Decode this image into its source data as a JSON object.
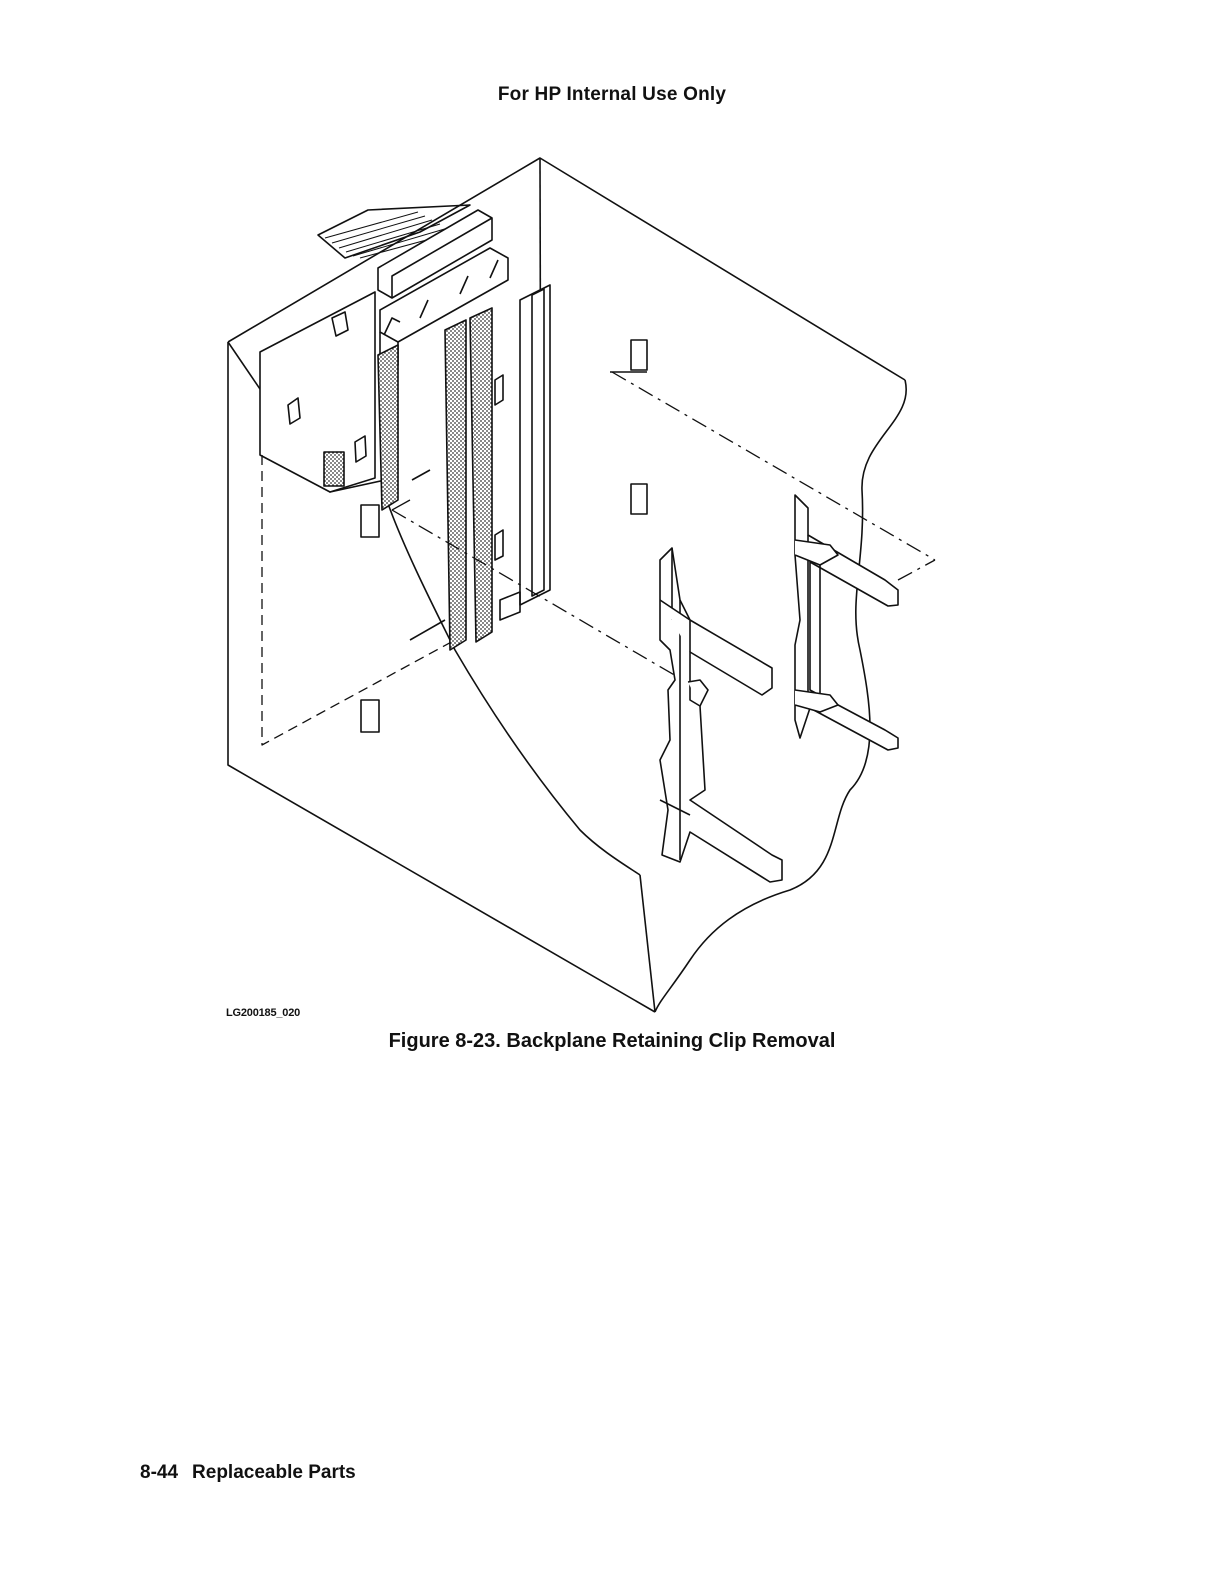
{
  "header": {
    "text": "For HP Internal Use Only"
  },
  "figure": {
    "id_label": "LG200185_020",
    "caption": "Figure 8-23. Backplane Retaining Clip Removal"
  },
  "footer": {
    "page_number": "8-44",
    "section": "Replaceable Parts"
  }
}
